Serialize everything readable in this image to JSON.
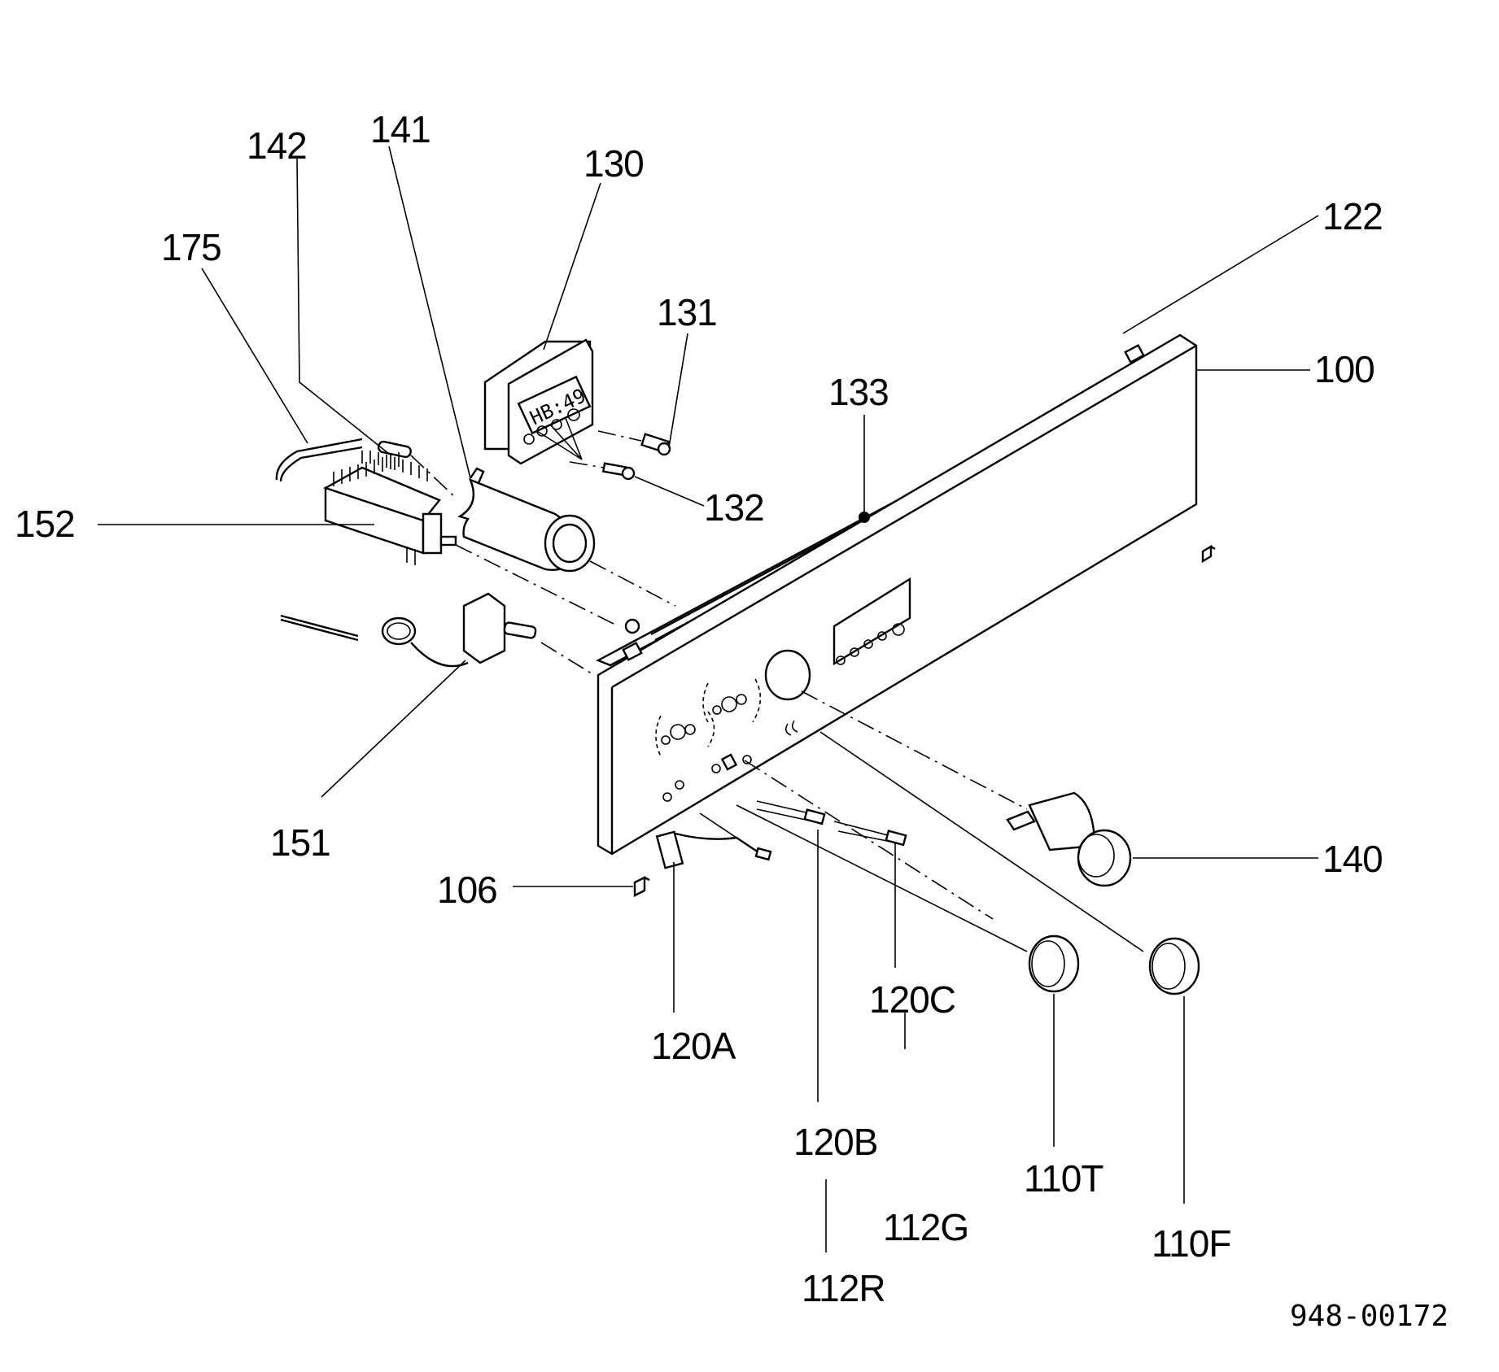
{
  "labels": {
    "l142": "142",
    "l141": "141",
    "l130": "130",
    "l175": "175",
    "l131": "131",
    "l122": "122",
    "l100": "100",
    "l133": "133",
    "l132": "132",
    "l152": "152",
    "l151": "151",
    "l140": "140",
    "l106": "106",
    "l120A": "120A",
    "l120C": "120C",
    "l120B": "120B",
    "l112G": "112G",
    "l110T": "110T",
    "l110F": "110F",
    "l112R": "112R"
  },
  "drawing_code": "948-00172",
  "timer_display": "HB:49"
}
